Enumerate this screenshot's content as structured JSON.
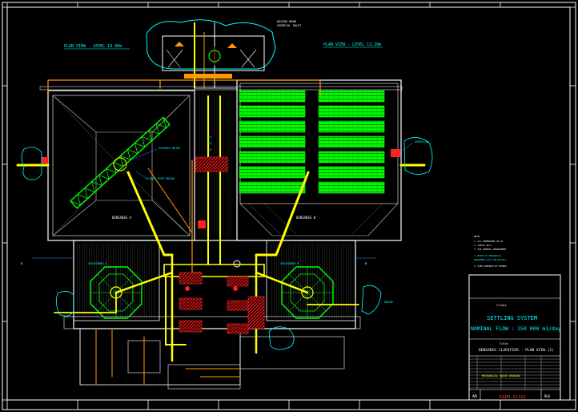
{
  "drawing": {
    "view_left_title": "PLAN VIEW - LEVEL 19.00m",
    "view_right_title": "PLAN VIEW - LEVEL 13.10m",
    "basin_left_label": "DENSADEG A",
    "basin_right_label": "DENSADEG B"
  },
  "title_block": {
    "system_title": "SETTLING SYSTEM",
    "nominal_flow_label": "NOMINAL FLOW :",
    "nominal_flow_value": "150 000 m3/day",
    "drawing_title": "DENSADEG CLARIFIER - PLAN VIEW (I)",
    "table_heading": "MECHANICAL GUIDE DRAWING",
    "sheet_size": "A0",
    "drawing_number": "EAPH-01101"
  },
  "colors": {
    "background": "#000000",
    "frame": "#ffffff",
    "concrete": "#ffffff",
    "pipe_yellow": "#ffff00",
    "pipe_orange": "#ff9900",
    "equipment_green": "#00ff00",
    "equipment_red": "#ff2020",
    "annotation_cyan": "#00ffff",
    "leader_blue": "#3399ff",
    "handrail_magenta": "#ff00ff"
  }
}
